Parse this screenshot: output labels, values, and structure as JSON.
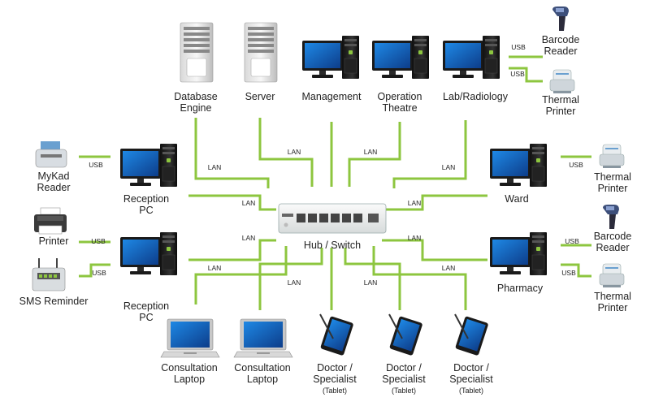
{
  "hub": {
    "label": "Hub / Switch"
  },
  "links": {
    "lan": "LAN",
    "usb": "USB"
  },
  "devices": {
    "database_engine": [
      "Database",
      "Engine"
    ],
    "server": "Server",
    "management": "Management",
    "operation_theatre": [
      "Operation",
      "Theatre"
    ],
    "lab_radiology": "Lab/Radiology",
    "barcode_reader_top": [
      "Barcode",
      "Reader"
    ],
    "thermal_printer_top": [
      "Thermal",
      "Printer"
    ],
    "mykad_reader": [
      "MyKad",
      "Reader"
    ],
    "reception_pc_top": [
      "Reception",
      "PC"
    ],
    "printer": "Printer",
    "sms_reminder": "SMS Reminder",
    "reception_pc_bottom": [
      "Reception",
      "PC"
    ],
    "ward": "Ward",
    "thermal_printer_ward": [
      "Thermal",
      "Printer"
    ],
    "barcode_reader_pharmacy": [
      "Barcode",
      "Reader"
    ],
    "pharmacy": "Pharmacy",
    "thermal_printer_pharmacy": [
      "Thermal",
      "Printer"
    ],
    "consultation_laptop": [
      "Consultation",
      "Laptop"
    ],
    "doctor_specialist": [
      "Doctor /",
      "Specialist"
    ],
    "tablet_note": "(Tablet)"
  },
  "colors": {
    "link": "#8dc63f",
    "device_dark": "#1a1a1a",
    "screen": "#1565c0",
    "hub_body": "#eef0f0"
  }
}
